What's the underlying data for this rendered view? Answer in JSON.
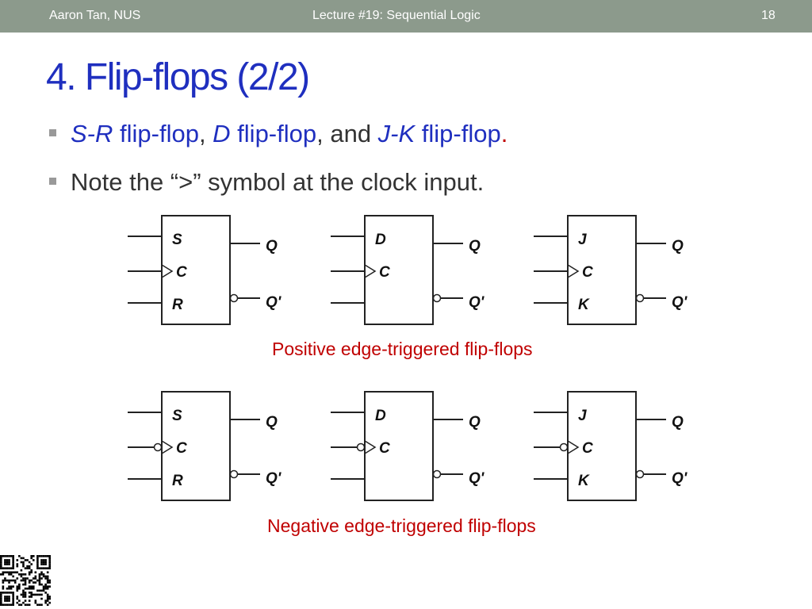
{
  "header": {
    "author": "Aaron Tan, NUS",
    "lecture": "Lecture #19: Sequential Logic",
    "page_number": "18"
  },
  "title": "4. Flip-flops (2/2)",
  "bullets": {
    "b1": {
      "sr": "S-R",
      "ff1": " flip-flop",
      "comma1": ", ",
      "d": "D",
      "ff2": " flip-flop",
      "and": ", and ",
      "jk": "J-K",
      "ff3": " flip-flop",
      "dot": "."
    },
    "b2": "Note the “>” symbol at the clock input."
  },
  "diagrams": {
    "positive_caption": "Positive edge-triggered flip-flops",
    "negative_caption": "Negative edge-triggered flip-flops",
    "flipflops": [
      {
        "top": "S",
        "clk": "C",
        "bottom": "R",
        "q": "Q",
        "qbar": "Q'"
      },
      {
        "top": "D",
        "clk": "C",
        "bottom": "",
        "q": "Q",
        "qbar": "Q'"
      },
      {
        "top": "J",
        "clk": "C",
        "bottom": "K",
        "q": "Q",
        "qbar": "Q'"
      }
    ]
  },
  "colors": {
    "header_bg": "#8c9a8c",
    "title_blue": "#1f2fbf",
    "caption_red": "#c00000"
  },
  "icons": {
    "qr_code": "qr-code-icon"
  }
}
